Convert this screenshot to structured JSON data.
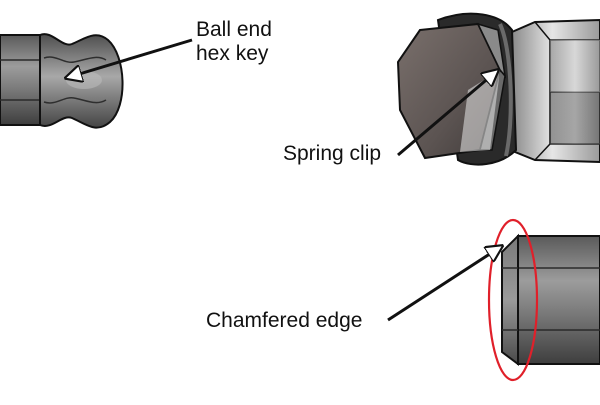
{
  "labels": {
    "ball_end_line1": "Ball end",
    "ball_end_line2": "hex key",
    "spring_clip": "Spring clip",
    "chamfered_edge": "Chamfered edge"
  },
  "colors": {
    "highlight_ellipse": "#e0202a",
    "metal_dark": "#4a4a4a",
    "metal_mid": "#777777",
    "metal_light": "#c9c9c9",
    "outline": "#111111"
  }
}
